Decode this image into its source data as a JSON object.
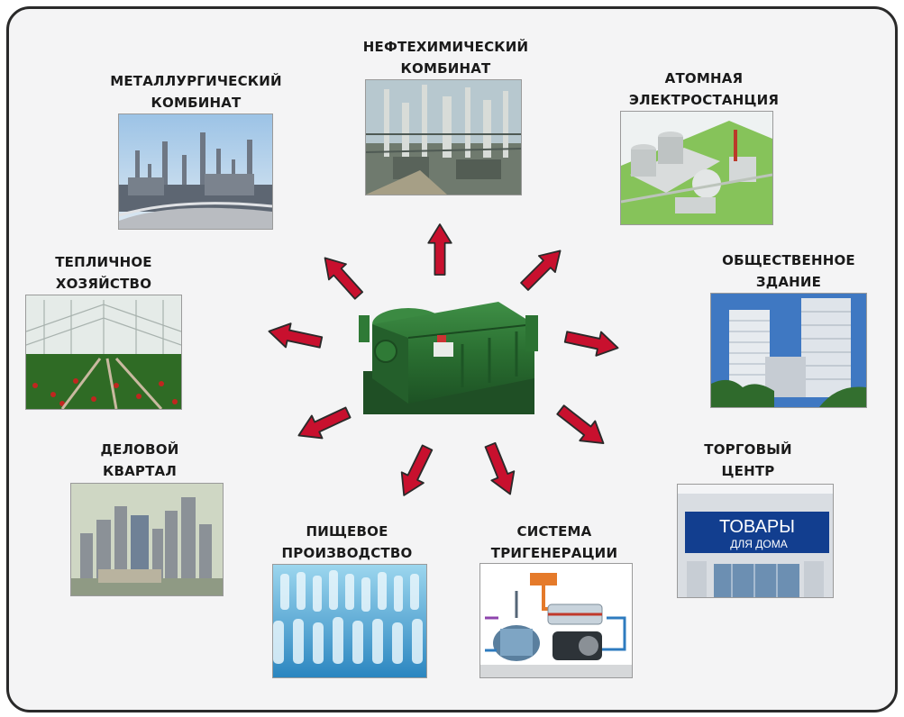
{
  "center": {
    "image": "absorption-chiller-unit"
  },
  "arrow_color": "#c8102e",
  "nodes": {
    "metallurgical": {
      "lines": [
        "МЕТАЛЛУРГИЧЕСКИЙ",
        "КОМБИНАТ"
      ],
      "image": "steel-mill-photo"
    },
    "petrochemical": {
      "lines": [
        "НЕФТЕХИМИЧЕСКИЙ",
        "КОМБИНАТ"
      ],
      "image": "refinery-photo"
    },
    "nuclear": {
      "lines": [
        "АТОМНАЯ",
        "ЭЛЕКТРОСТАНЦИЯ"
      ],
      "image": "nuclear-plant-model"
    },
    "public_building": {
      "lines": [
        "ОБЩЕСТВЕННОЕ",
        "ЗДАНИЕ"
      ],
      "image": "office-towers-photo"
    },
    "greenhouse": {
      "lines": [
        "ТЕПЛИЧНОЕ",
        "ХОЗЯЙСТВО"
      ],
      "image": "greenhouse-photo"
    },
    "business": {
      "lines": [
        "ДЕЛОВОЙ",
        "КВАРТАЛ"
      ],
      "image": "city-skyline-photo"
    },
    "food": {
      "lines": [
        "ПИЩЕВОЕ",
        "ПРОИЗВОДСТВО"
      ],
      "image": "bottling-line-photo"
    },
    "trigeneration": {
      "lines": [
        "СИСТЕМА",
        "ТРИГЕНЕРАЦИИ"
      ],
      "image": "trigeneration-schematic"
    },
    "mall": {
      "lines": [
        "ТОРГОВЫЙ",
        "ЦЕНТР"
      ],
      "image": "store-front-photo",
      "sign": [
        "ТОВАРЫ",
        "ДЛЯ ДОМА"
      ]
    }
  }
}
